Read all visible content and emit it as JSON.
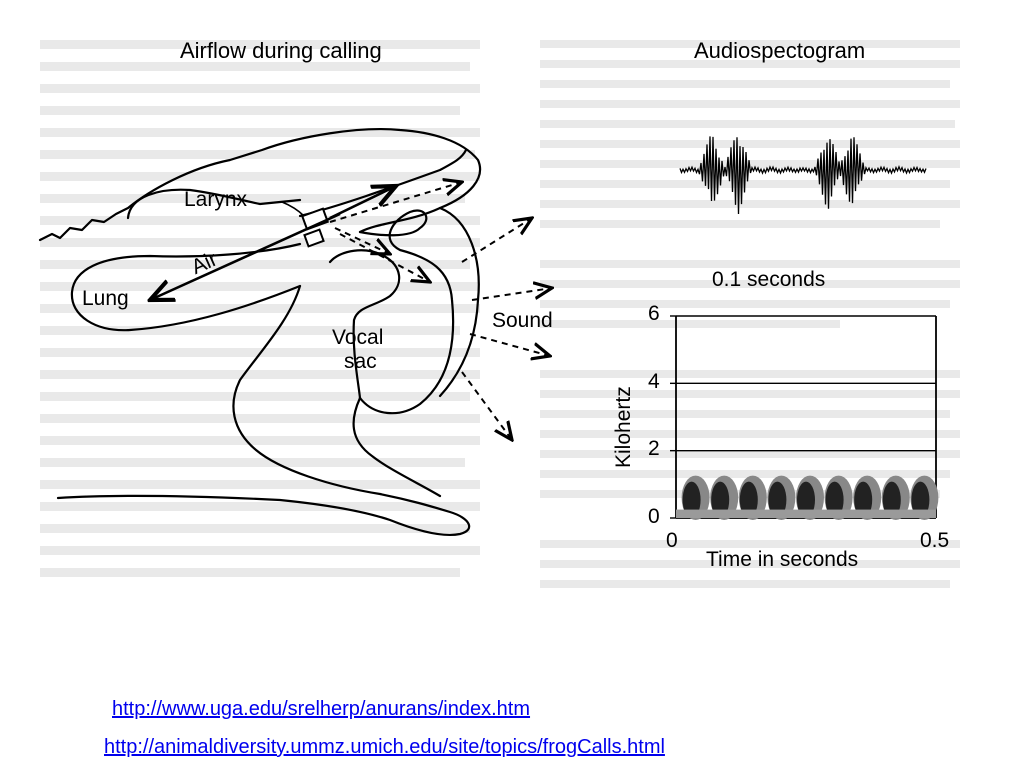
{
  "frog_diagram": {
    "title": "Airflow during calling",
    "labels": {
      "larynx": "Larynx",
      "air": "Air",
      "lung": "Lung",
      "vocal_sac_line1": "Vocal",
      "vocal_sac_line2": "sac",
      "sound": "Sound"
    }
  },
  "audiospectrogram": {
    "title": "Audiospectogram",
    "waveform_scale_label": "0.1 seconds"
  },
  "chart_data": {
    "type": "heatmap",
    "ylabel": "Kilohertz",
    "xlabel": "Time in seconds",
    "xlim": [
      0,
      0.5
    ],
    "ylim": [
      0,
      6
    ],
    "x_ticks": [
      "0",
      "0.5"
    ],
    "y_ticks": [
      "0",
      "2",
      "4",
      "6"
    ],
    "grid_y": [
      2,
      4,
      6
    ],
    "call_pulse_times_s": [
      0.03,
      0.085,
      0.14,
      0.195,
      0.25,
      0.305,
      0.36,
      0.415,
      0.47
    ],
    "energy_band_khz": [
      0,
      1.2
    ],
    "colors": {
      "energy": "#222222",
      "harmonics": "#888888"
    }
  },
  "links": [
    "http://www.uga.edu/srelherp/anurans/index.htm",
    "http://animaldiversity.ummz.umich.edu/site/topics/frogCalls.html"
  ]
}
